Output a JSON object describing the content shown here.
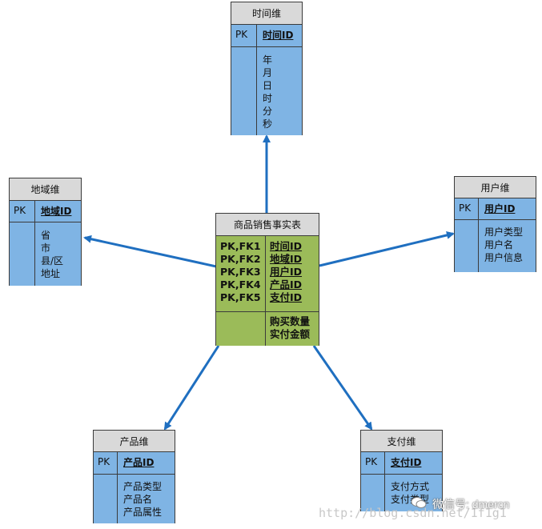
{
  "fact": {
    "title": "商品销售事实表",
    "keys_left": [
      "PK,FK1",
      "PK,FK2",
      "PK,FK3",
      "PK,FK4",
      "PK,FK5"
    ],
    "keys_right": [
      "时间ID",
      "地域ID",
      "用户ID",
      "产品ID",
      "支付ID"
    ],
    "measures": [
      "购买数量",
      "实付金额"
    ]
  },
  "dims": {
    "time": {
      "title": "时间维",
      "pk": "PK",
      "pk_name": "时间ID",
      "attrs": [
        "年",
        "月",
        "日",
        "时",
        "分",
        "秒"
      ]
    },
    "region": {
      "title": "地域维",
      "pk": "PK",
      "pk_name": "地域ID",
      "attrs": [
        "省",
        "市",
        "县/区",
        "地址"
      ]
    },
    "user": {
      "title": "用户维",
      "pk": "PK",
      "pk_name": "用户ID",
      "attrs": [
        "用户类型",
        "用户名",
        "用户信息"
      ]
    },
    "product": {
      "title": "产品维",
      "pk": "PK",
      "pk_name": "产品ID",
      "attrs": [
        "产品类型",
        "产品名",
        "产品属性"
      ]
    },
    "payment": {
      "title": "支付维",
      "pk": "PK",
      "pk_name": "支付ID",
      "attrs": [
        "支付方式",
        "支付类型"
      ]
    }
  },
  "watermark": {
    "url": "http://blog.csdn.net/1f1g1",
    "wechat": "微信号: dmercn"
  },
  "colors": {
    "dim_fill": "#7fb4e4",
    "fact_fill": "#9bbb59",
    "header": "#d9d9d9",
    "arrow": "#1f6fc0"
  }
}
